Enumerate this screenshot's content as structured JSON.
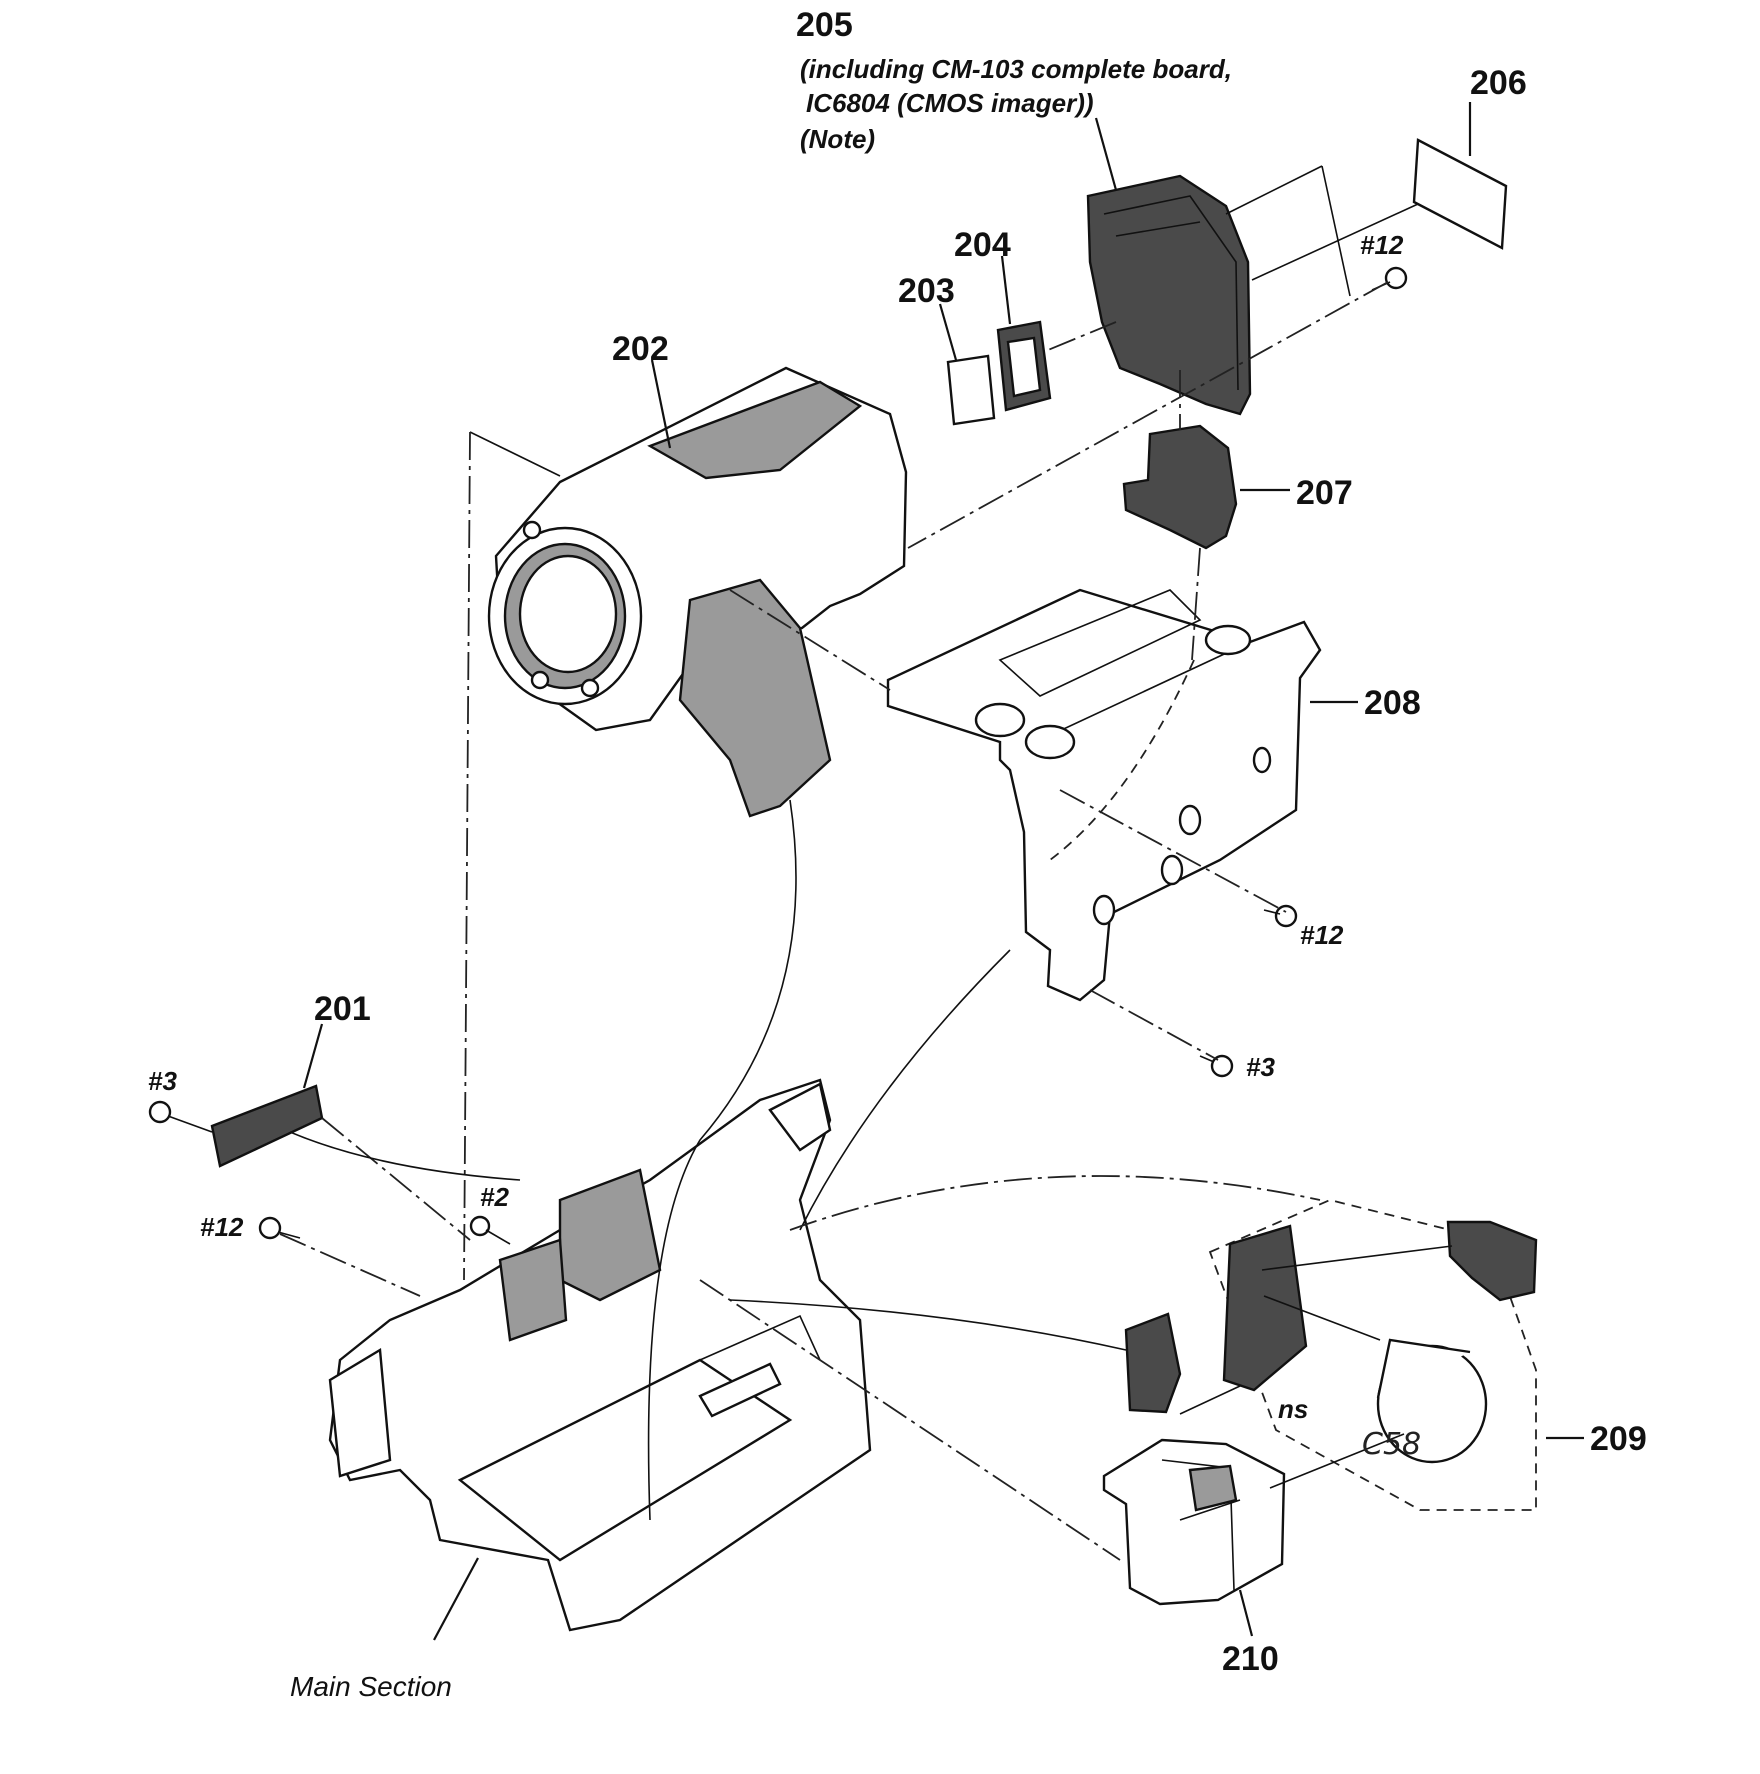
{
  "callouts": {
    "p201": "201",
    "p202": "202",
    "p203": "203",
    "p204": "204",
    "p205": "205",
    "p206": "206",
    "p207": "207",
    "p208": "208",
    "p209": "209",
    "p210": "210"
  },
  "note205": {
    "line1": "(including CM-103 complete board,",
    "line2": "IC6804 (CMOS imager))",
    "line3": "(Note)"
  },
  "screws": {
    "s12_top": "#12",
    "s12_mid": "#12",
    "s3_right": "#3",
    "s3_left": "#3",
    "s12_left": "#12",
    "s2_left": "#2"
  },
  "labels": {
    "main_section": "Main Section",
    "ns": "ns",
    "c58": "C58"
  }
}
